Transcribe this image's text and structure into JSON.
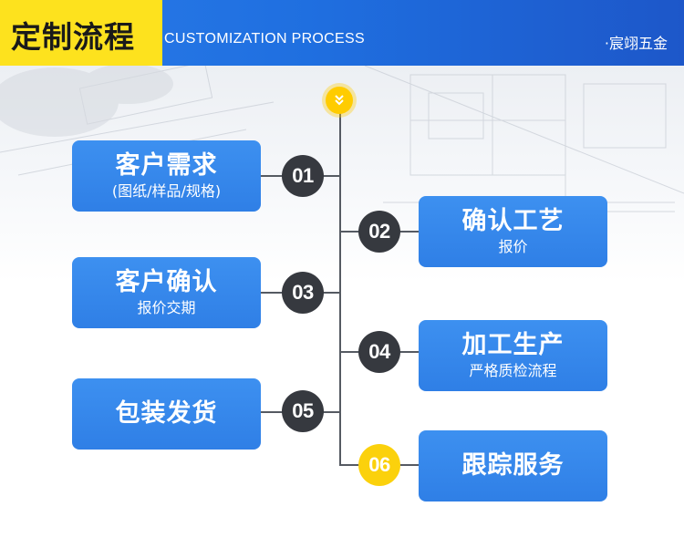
{
  "header": {
    "title": "定制流程",
    "subtitle": "CUSTOMIZATION PROCESS",
    "brand": "·宸翊五金"
  },
  "steps": [
    {
      "number": "01",
      "title": "客户需求",
      "subtitle": "(图纸/样品/规格)"
    },
    {
      "number": "02",
      "title": "确认工艺",
      "subtitle": "报价"
    },
    {
      "number": "03",
      "title": "客户确认",
      "subtitle": "报价交期"
    },
    {
      "number": "04",
      "title": "加工生产",
      "subtitle": "严格质检流程"
    },
    {
      "number": "05",
      "title": "包装发货",
      "subtitle": ""
    },
    {
      "number": "06",
      "title": "跟踪服务",
      "subtitle": ""
    }
  ],
  "colors": {
    "header_blue": "#1f6fe0",
    "header_yellow": "#fde21e",
    "card_blue": "#3588ec",
    "circle_dark": "#36393f",
    "circle_active": "#fbd10c"
  },
  "icons": {
    "top_marker": "chevron-double-down-icon"
  }
}
